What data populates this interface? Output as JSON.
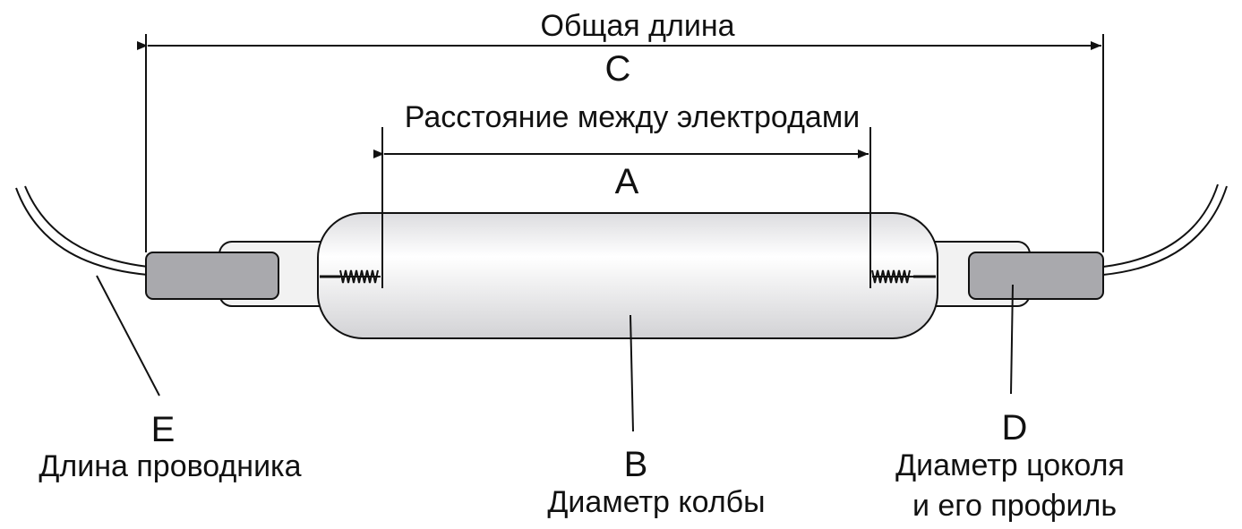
{
  "labels": {
    "total_length": "Общая длина",
    "c": "C",
    "electrode_distance": "Расстояние между электродами",
    "a": "A",
    "e": "E",
    "lead_length": "Длина проводника",
    "b": "B",
    "bulb_diameter": "Диаметр колбы",
    "d": "D",
    "base_diameter_line1": "Диаметр цоколя",
    "base_diameter_line2": "и его профиль"
  },
  "colors": {
    "line": "#111111",
    "base_fill": "#a9a9ad",
    "sleeve_fill": "#f2f2f2",
    "bulb_highlight": "#ffffff",
    "bulb_shade": "#cfcfd2"
  }
}
